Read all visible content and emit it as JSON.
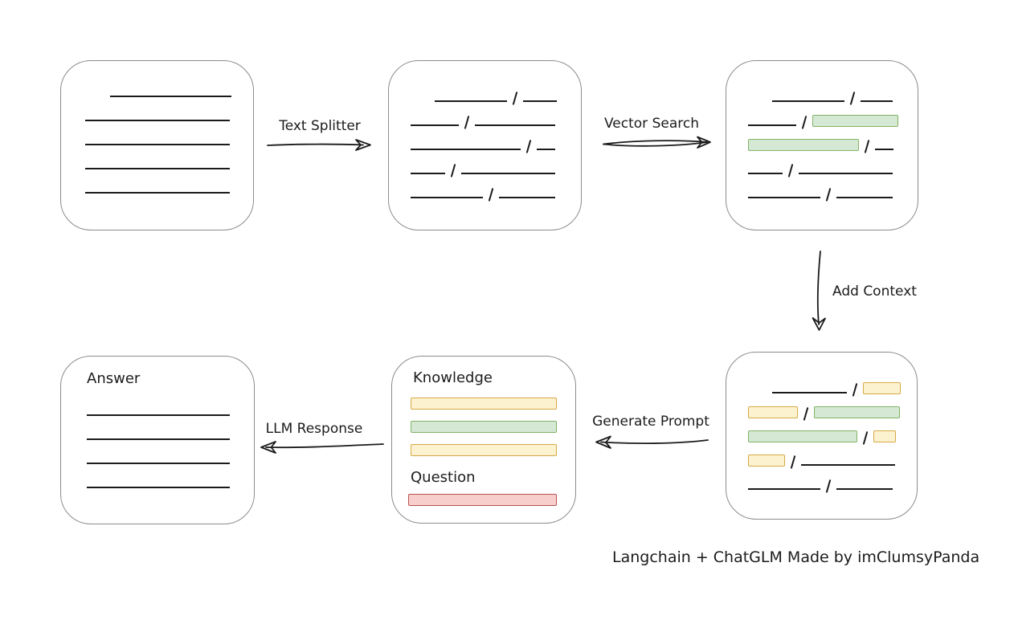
{
  "caption": "Langchain + ChatGLM Made by imClumsyPanda",
  "colors": {
    "line": "#1b1b1b",
    "box_border": "#8c8c8c",
    "green_fill": "#d5e8d4",
    "green_border": "#82b366",
    "yellow_fill": "#fdf2d0",
    "yellow_border": "#d6a945",
    "red_fill": "#f8cecc",
    "red_border": "#b85450"
  },
  "labels": {
    "text_splitter": "Text Splitter",
    "vector_search": "Vector Search",
    "add_context": "Add Context",
    "generate_prompt": "Generate Prompt",
    "llm_response": "LLM Response"
  },
  "boxes": {
    "document": {
      "rows": [
        [
          {
            "t": "space",
            "w": 31
          },
          {
            "t": "line",
            "w": 151
          }
        ],
        [
          {
            "t": "line",
            "w": 180
          }
        ],
        [
          {
            "t": "line",
            "w": 180
          }
        ],
        [
          {
            "t": "line",
            "w": 180
          }
        ],
        [
          {
            "t": "line",
            "w": 180
          }
        ]
      ]
    },
    "chunks": {
      "rows": [
        [
          {
            "t": "space",
            "w": 30
          },
          {
            "t": "line",
            "w": 90
          },
          {
            "t": "slash"
          },
          {
            "t": "line",
            "w": 42
          }
        ],
        [
          {
            "t": "line",
            "w": 60
          },
          {
            "t": "slash"
          },
          {
            "t": "line",
            "w": 100
          }
        ],
        [
          {
            "t": "line",
            "w": 137
          },
          {
            "t": "slash"
          },
          {
            "t": "line",
            "w": 23
          }
        ],
        [
          {
            "t": "line",
            "w": 43
          },
          {
            "t": "slash"
          },
          {
            "t": "line",
            "w": 117
          }
        ],
        [
          {
            "t": "line",
            "w": 90
          },
          {
            "t": "slash"
          },
          {
            "t": "line",
            "w": 70
          }
        ]
      ]
    },
    "matched": {
      "rows": [
        [
          {
            "t": "space",
            "w": 30
          },
          {
            "t": "line",
            "w": 90
          },
          {
            "t": "slash"
          },
          {
            "t": "line",
            "w": 40
          }
        ],
        [
          {
            "t": "line",
            "w": 60
          },
          {
            "t": "slash"
          },
          {
            "t": "green",
            "w": 107
          }
        ],
        [
          {
            "t": "green",
            "w": 138
          },
          {
            "t": "slash"
          },
          {
            "t": "line",
            "w": 23
          }
        ],
        [
          {
            "t": "line",
            "w": 43
          },
          {
            "t": "slash"
          },
          {
            "t": "line",
            "w": 117
          }
        ],
        [
          {
            "t": "line",
            "w": 90
          },
          {
            "t": "slash"
          },
          {
            "t": "line",
            "w": 70
          }
        ]
      ]
    },
    "context": {
      "rows": [
        [
          {
            "t": "space",
            "w": 30
          },
          {
            "t": "line",
            "w": 93
          },
          {
            "t": "slash"
          },
          {
            "t": "yellow",
            "w": 47
          }
        ],
        [
          {
            "t": "yellow",
            "w": 62
          },
          {
            "t": "slash"
          },
          {
            "t": "green",
            "w": 107
          }
        ],
        [
          {
            "t": "green",
            "w": 136
          },
          {
            "t": "slash"
          },
          {
            "t": "yellow",
            "w": 28
          }
        ],
        [
          {
            "t": "yellow",
            "w": 46
          },
          {
            "t": "slash"
          },
          {
            "t": "line",
            "w": 117
          }
        ],
        [
          {
            "t": "line",
            "w": 90
          },
          {
            "t": "slash"
          },
          {
            "t": "line",
            "w": 70
          }
        ]
      ]
    },
    "prompt": {
      "knowledge_label": "Knowledge",
      "question_label": "Question",
      "knowledge_rows": [
        [
          {
            "t": "yellow",
            "w": 182
          }
        ],
        [
          {
            "t": "green",
            "w": 182
          }
        ],
        [
          {
            "t": "yellow",
            "w": 182
          }
        ]
      ],
      "question_rows": [
        [
          {
            "t": "red",
            "w": 185
          }
        ]
      ]
    },
    "answer": {
      "label": "Answer",
      "rows": [
        [
          {
            "t": "line",
            "w": 178
          }
        ],
        [
          {
            "t": "line",
            "w": 178
          }
        ],
        [
          {
            "t": "line",
            "w": 178
          }
        ],
        [
          {
            "t": "line",
            "w": 178
          }
        ]
      ]
    }
  }
}
